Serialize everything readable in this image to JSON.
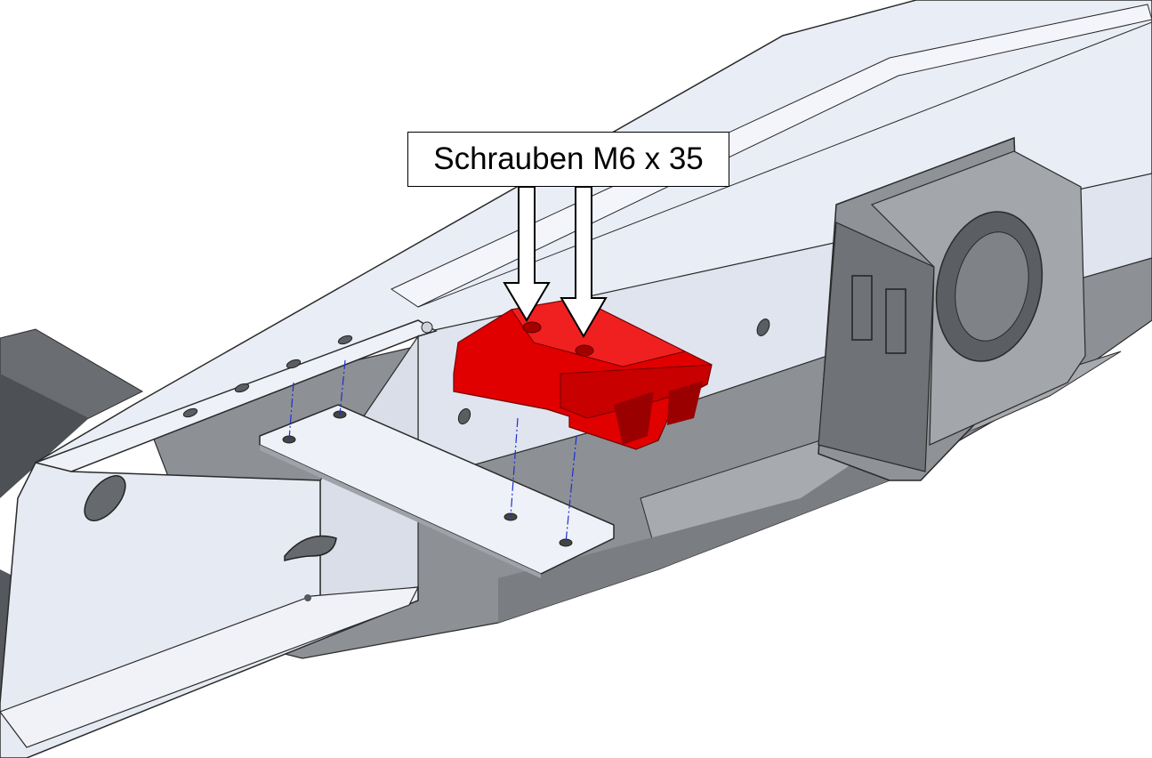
{
  "callout": {
    "label": "Schrauben M6 x 35"
  },
  "colors": {
    "background": "#ffffff",
    "frame_light": "#e9edf5",
    "frame_face": "#dfe4ee",
    "frame_shadow": "#7a7d82",
    "frame_dark": "#55585c",
    "bracket_grey": "#8f9296",
    "connector_red": "#e00000",
    "connector_red_dark": "#b30000",
    "hidden_line_blue": "#1f2fd0",
    "outline": "#2a2a2a"
  },
  "parts": [
    {
      "name": "connector",
      "description_hidden": ""
    },
    {
      "name": "mounting-plate"
    },
    {
      "name": "frame-rail"
    },
    {
      "name": "cable-gland-bracket"
    }
  ]
}
